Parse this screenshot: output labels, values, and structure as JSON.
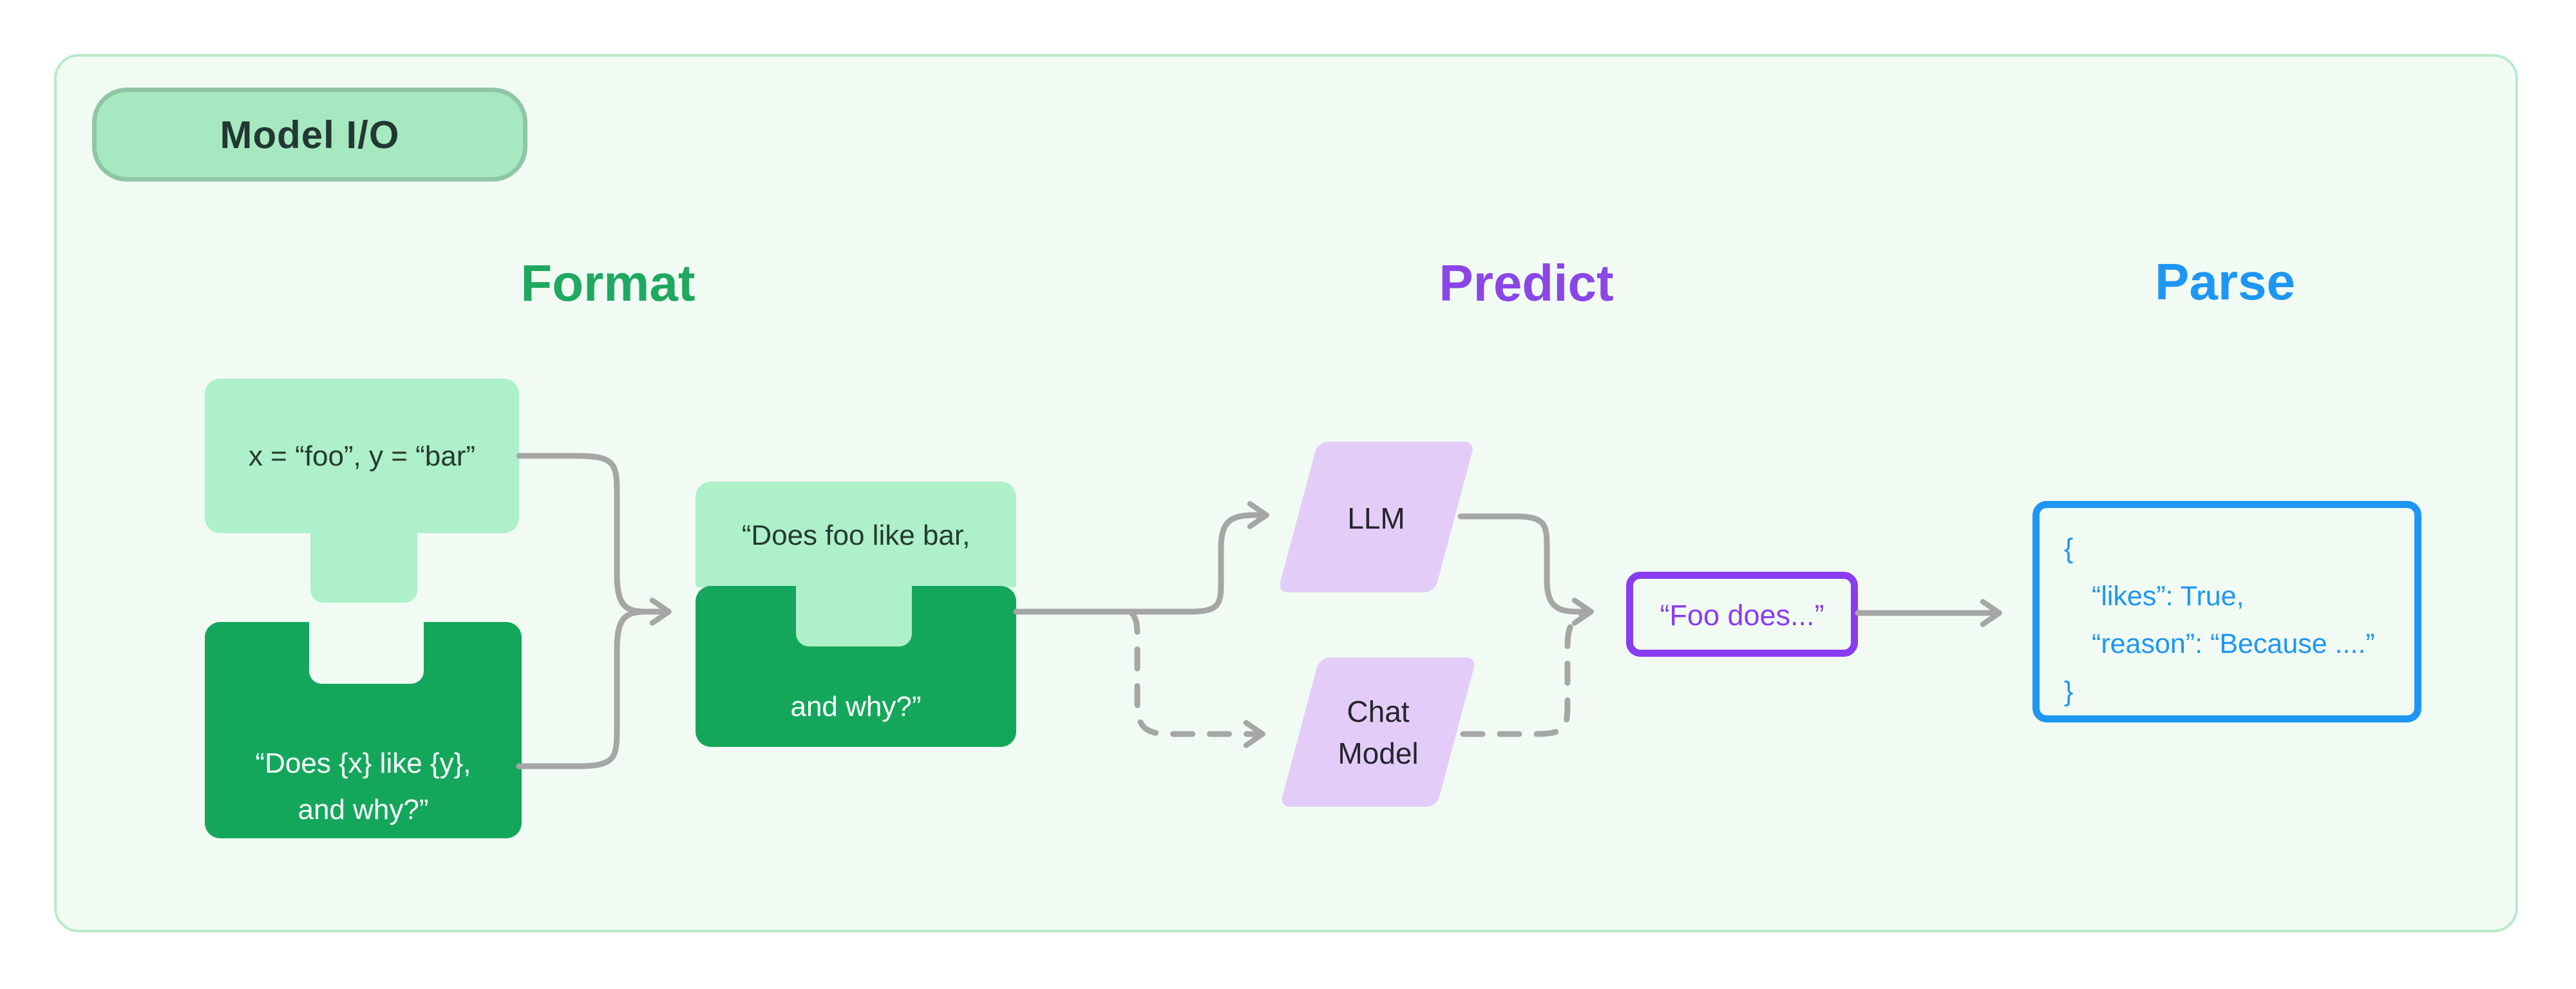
{
  "badge": {
    "label": "Model I/O"
  },
  "stages": {
    "format": {
      "label": "Format",
      "color": "#1fa860"
    },
    "predict": {
      "label": "Predict",
      "color": "#8a46e6"
    },
    "parse": {
      "label": "Parse",
      "color": "#1e96f3"
    }
  },
  "format": {
    "variables_block": {
      "text": "x = “foo”, y = “bar”",
      "fill": "#adf0c9"
    },
    "template_block": {
      "line1": "“Does {x} like {y},",
      "line2": "and why?”",
      "fill": "#14a75c"
    },
    "prompt_block": {
      "line1": "“Does foo like bar,",
      "line2": "and why?”"
    }
  },
  "predict": {
    "llm": {
      "label": "LLM",
      "fill": "#e3cdf8"
    },
    "chat_model": {
      "line1": "Chat",
      "line2": "Model",
      "fill": "#e3cdf8"
    },
    "completion": {
      "text": "“Foo does...”",
      "border": "#8a3cf2"
    }
  },
  "parse": {
    "output": {
      "line1": "{",
      "line2": "“likes”: True,",
      "line3": "“reason”: “Because ....”",
      "line4": "}",
      "border": "#1e96f3"
    }
  },
  "colors": {
    "panel_fill": "#f1fbf4",
    "panel_border": "#b7ecc8",
    "badge_fill": "#a6e9c1",
    "badge_border": "#8fc7a6",
    "light_green": "#adf0c9",
    "dark_green": "#14a75c",
    "parallelogram_fill": "#e3cdf8",
    "connector": "#a6a6a6"
  }
}
